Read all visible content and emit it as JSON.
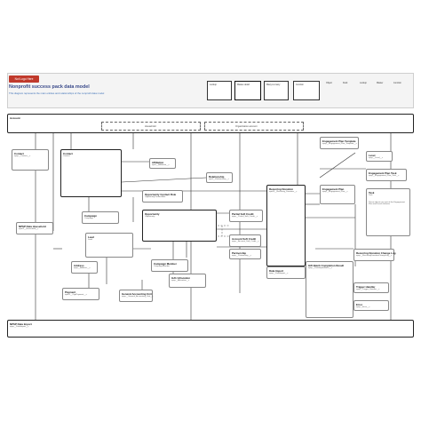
{
  "header": {
    "tag": "Not Logo Here",
    "title": "Nonprofit success pack data model",
    "subtitle": "This diagram represents the main entities and relationships of the nonprofit data model"
  },
  "legend": {
    "relationship_items": [
      "Lookup",
      "Master-detail",
      "Many-to-many",
      "Junction"
    ],
    "columns": [
      "Object",
      "Field",
      "Lookup",
      "Master",
      "Junction"
    ]
  },
  "groups": {
    "account": "Account",
    "household": "Household",
    "organization": "Organization account"
  },
  "entities": [
    {
      "id": "contact-left",
      "title": "Contact",
      "sub": "npsp__Contact__c"
    },
    {
      "id": "contact-main",
      "title": "Contact",
      "sub": "Contact"
    },
    {
      "id": "affiliation",
      "title": "Affiliation",
      "sub": "npe5__Affiliation__c"
    },
    {
      "id": "relationship",
      "title": "Relationship",
      "sub": "npe4__Relationship__c"
    },
    {
      "id": "opp-contact-role",
      "title": "Opportunity Contact Role",
      "sub": "OpportunityContactRole"
    },
    {
      "id": "engagement-template",
      "title": "Engagement Plan Template",
      "sub": "npsp__Engagement_Plan_Template__c"
    },
    {
      "id": "level",
      "title": "Level",
      "sub": "npsp__Level__c"
    },
    {
      "id": "engagement-task",
      "title": "Engagement Plan Task",
      "sub": "npsp__Engagement_Plan_Task__c"
    },
    {
      "id": "engagement-plan",
      "title": "Engagement Plan",
      "sub": "npsp__Engagement_Plan__c"
    },
    {
      "id": "task",
      "title": "Task",
      "sub": "Task"
    },
    {
      "id": "recurring-donation",
      "title": "Recurring Donation",
      "sub": "npe03__Recurring_Donation__c"
    },
    {
      "id": "soft-credit",
      "title": "Partial Soft Credit",
      "sub": "npsp__Partial_Soft_Credit__c"
    },
    {
      "id": "opportunity",
      "title": "Opportunity",
      "sub": "Opportunity"
    },
    {
      "id": "account-soft-credit",
      "title": "Account Soft Credit",
      "sub": "npsp__Account_Soft_Credit__c"
    },
    {
      "id": "nps-household",
      "title": "NPSP Data Household",
      "sub": "npo02__Household__c"
    },
    {
      "id": "campaign",
      "title": "Campaign",
      "sub": "Campaign"
    },
    {
      "id": "partnership",
      "title": "Partnership",
      "sub": "npsp__Partnership__c"
    },
    {
      "id": "lead",
      "title": "Lead",
      "sub": "Lead"
    },
    {
      "id": "campaign-member",
      "title": "Campaign Member",
      "sub": "CampaignMember"
    },
    {
      "id": "address",
      "title": "Address",
      "sub": "npsp__Address__c"
    },
    {
      "id": "gau-allocation",
      "title": "GAU Allocation",
      "sub": "npsp__Allocation__c"
    },
    {
      "id": "payment",
      "title": "Payment",
      "sub": "npe01__OppPayment__c"
    },
    {
      "id": "general-accounting",
      "title": "General Accounting Unit",
      "sub": "npsp__General_Accounting_Unit__c"
    },
    {
      "id": "recurring-schedule",
      "title": "Recurring Donation Change Log",
      "sub": "npsp__RecurringDonationChangeLog__c"
    },
    {
      "id": "gift-batch",
      "title": "Gift Batch Completion Result",
      "sub": "npsp__DataImportBatch__c"
    },
    {
      "id": "trigger-handler",
      "title": "Trigger Handler",
      "sub": "npsp__Trigger_Handler__c"
    },
    {
      "id": "error",
      "title": "Error",
      "sub": "npsp__Error__c"
    },
    {
      "id": "data-import",
      "title": "Data Import",
      "sub": "npsp__DataImport__c"
    },
    {
      "id": "npsp-data-import",
      "title": "NPSP Data Import",
      "sub": "npsp__DataImport__c"
    }
  ],
  "notes": {
    "task_note": "These objects are part of the Engagement Plan and Levels features"
  }
}
